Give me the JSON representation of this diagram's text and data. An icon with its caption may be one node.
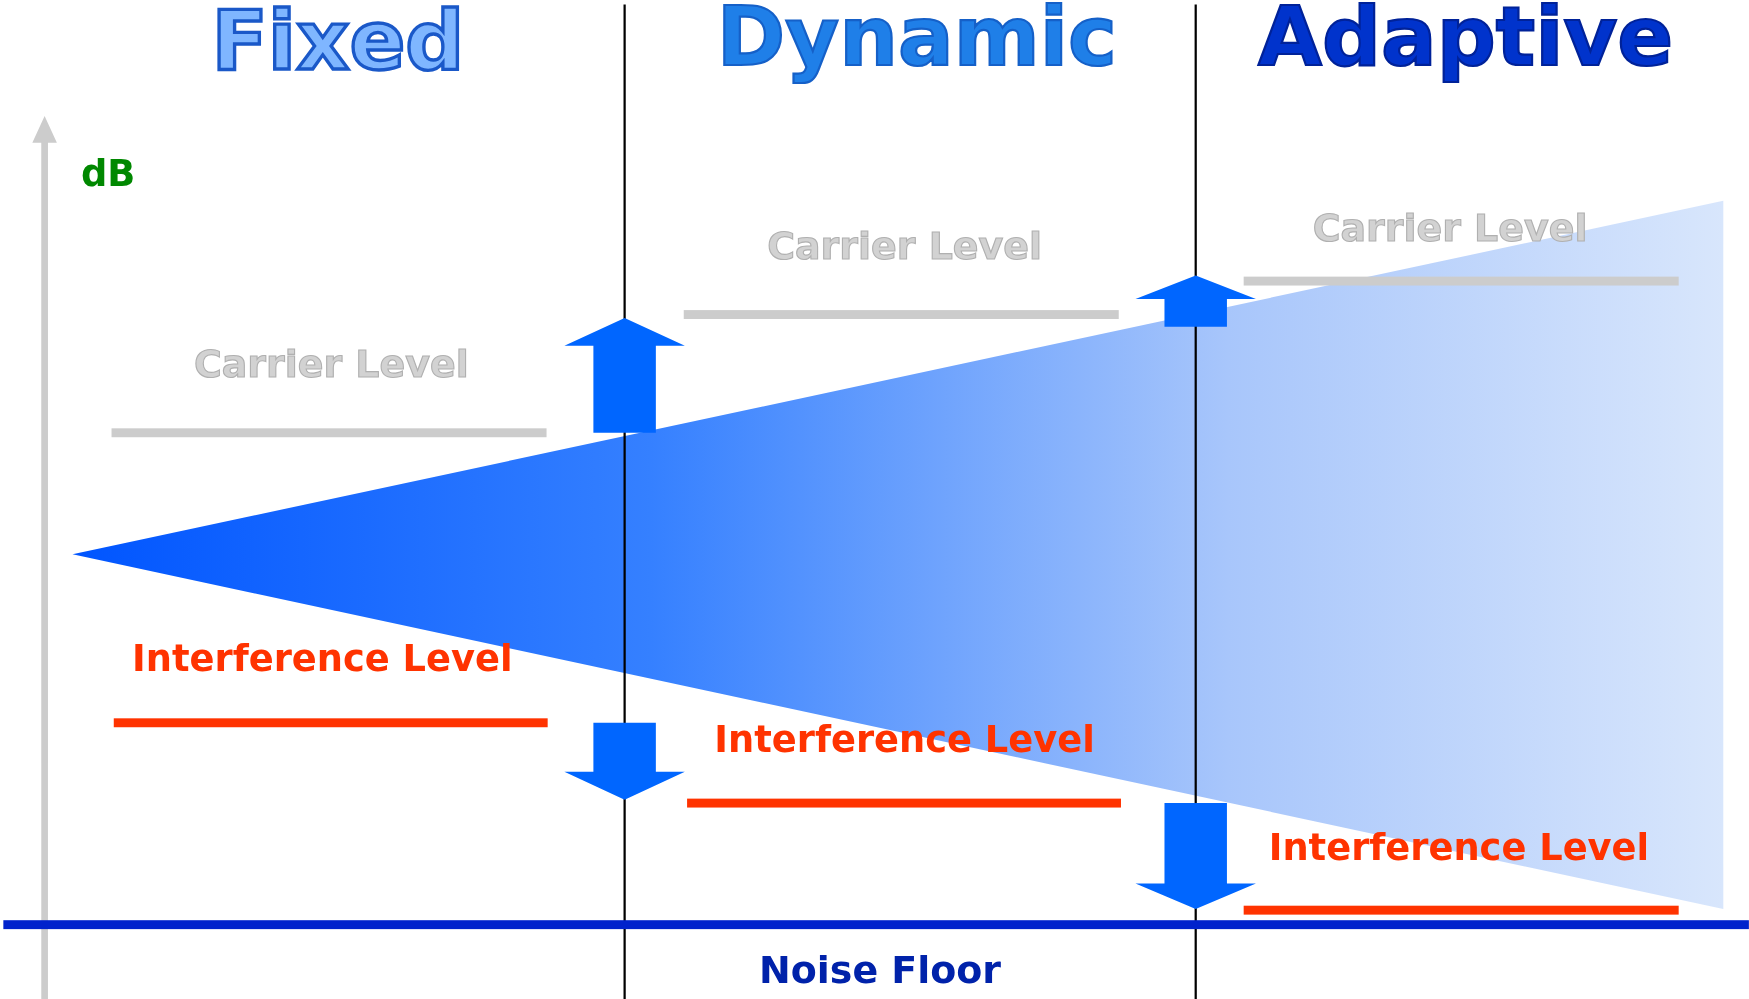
{
  "diagram": {
    "labels": [
      "Fixed",
      "Dynamic",
      "Adaptive",
      "dB",
      "Carrier Level",
      "Carrier Level",
      "Carrier Level",
      "Interference Level",
      "Interference Level",
      "Interference Level",
      "Noise Floor"
    ]
  }
}
